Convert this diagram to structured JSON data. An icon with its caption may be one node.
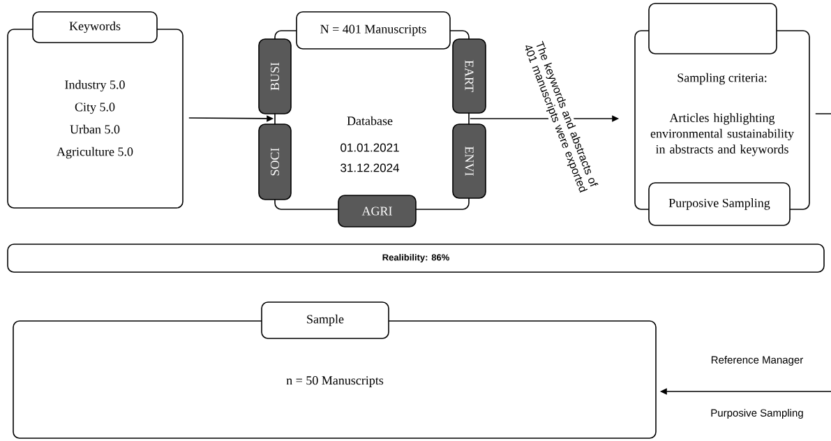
{
  "diagram": {
    "nodes": [
      {
        "text": [
          "Keywords",
          "Industry 5.0",
          "City 5.0",
          "Urban 5.0",
          "Agriculture 5.0"
        ]
      },
      {
        "text": [
          "N = 401 Manuscripts",
          "Database",
          "01.01.2021",
          "31.12.2024"
        ]
      },
      {
        "text": [
          "BUSI"
        ]
      },
      {
        "text": [
          "SOCI"
        ]
      },
      {
        "text": [
          "EART"
        ]
      },
      {
        "text": [
          "ENVI"
        ]
      },
      {
        "text": [
          "AGRI"
        ]
      },
      {
        "text": [
          "Sampling criteria:",
          "Articles highlighting environmental sustainability in abstracts and keywords",
          "Purposive Sampling"
        ]
      },
      {
        "text": [],
        "shape": "box"
      },
      {
        "text": [
          "Realibility: 86%"
        ]
      },
      {
        "text": [
          "Sample",
          "n = 50 Manuscripts"
        ]
      }
    ],
    "edges": [
      {
        "from": 0,
        "to": 1,
        "arrow": "to"
      },
      {
        "from": 1,
        "to": 7,
        "arrow": "to",
        "label": "The keywords and abstracts of 401 manuscripts were exported"
      },
      {
        "from": 7,
        "to": null,
        "arrow": "none"
      },
      {
        "from": null,
        "to": 10,
        "arrow": "to"
      }
    ],
    "labels": [
      "Reference Manager",
      "Purposive Sampling"
    ]
  }
}
